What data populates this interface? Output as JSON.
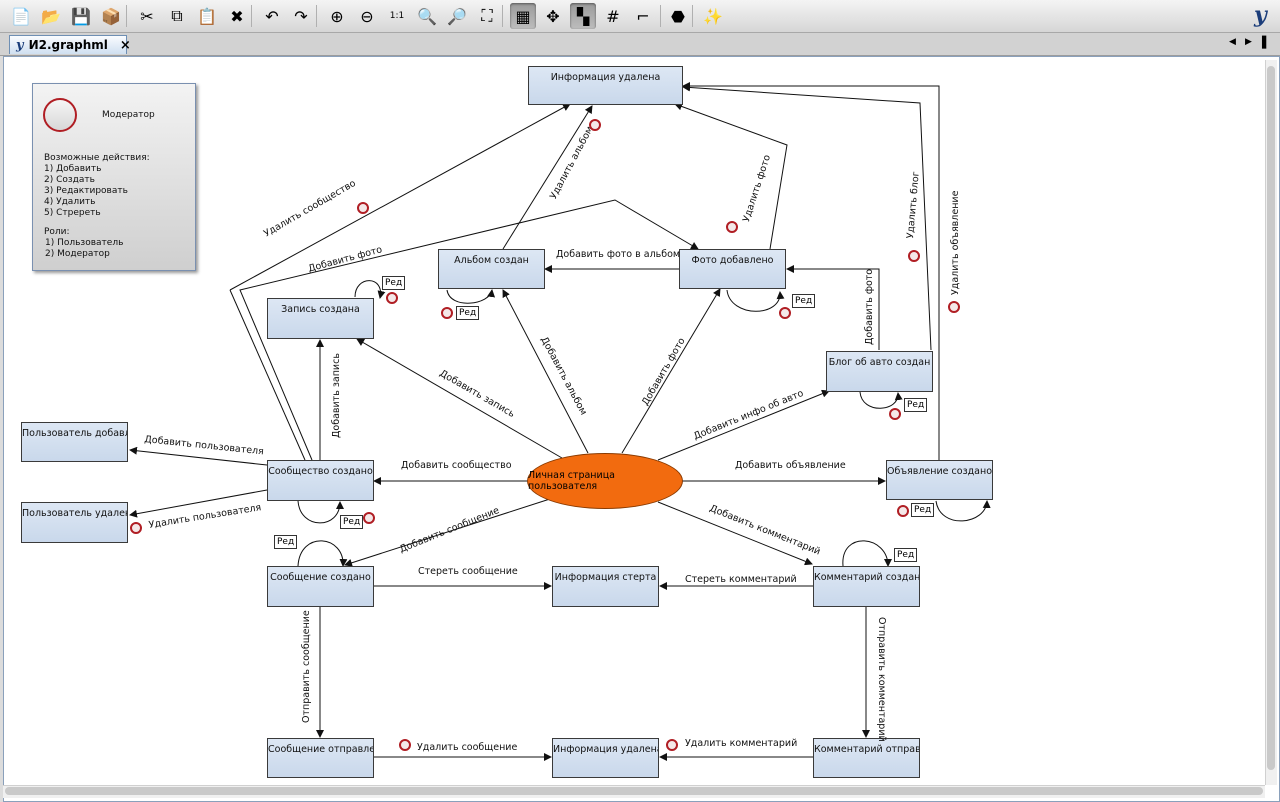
{
  "toolbar": {
    "buttons": [
      {
        "icon": "new-document-icon",
        "glyph": "📄"
      },
      {
        "icon": "open-folder-icon",
        "glyph": "📂"
      },
      {
        "icon": "save-icon",
        "glyph": "💾"
      },
      {
        "icon": "export-icon",
        "glyph": "📦"
      },
      {
        "icon": "cut-icon",
        "glyph": "✂"
      },
      {
        "icon": "copy-icon",
        "glyph": "⧉"
      },
      {
        "icon": "paste-icon",
        "glyph": "📋"
      },
      {
        "icon": "delete-icon",
        "glyph": "✖"
      },
      {
        "icon": "undo-icon",
        "glyph": "↶"
      },
      {
        "icon": "redo-icon",
        "glyph": "↷"
      },
      {
        "icon": "zoom-in-icon",
        "glyph": "⊕"
      },
      {
        "icon": "zoom-out-icon",
        "glyph": "⊖"
      },
      {
        "icon": "zoom-actual-icon",
        "glyph": "1:1"
      },
      {
        "icon": "zoom-icon",
        "glyph": "🔍"
      },
      {
        "icon": "zoom-selection-icon",
        "glyph": "🔎"
      },
      {
        "icon": "fit-content-icon",
        "glyph": "⛶"
      },
      {
        "icon": "edit-mode-icon",
        "glyph": "▦"
      },
      {
        "icon": "navigate-icon",
        "glyph": "✥"
      },
      {
        "icon": "snap-icon",
        "glyph": "▚"
      },
      {
        "icon": "grid-icon",
        "glyph": "#"
      },
      {
        "icon": "ortho-edges-icon",
        "glyph": "⌐"
      },
      {
        "icon": "layout-icon",
        "glyph": "⬣"
      },
      {
        "icon": "magic-wand-icon",
        "glyph": "✨"
      }
    ],
    "logo": "y"
  },
  "tab": {
    "logo": "y",
    "title": "И2.graphml",
    "close": "×"
  },
  "tab_nav": {
    "prev": "◀",
    "next": "▶",
    "menu": "▌"
  },
  "legend": {
    "moderator": "Модератор",
    "actions_title": "Возможные действия:",
    "actions": [
      "1) Добавить",
      "2) Создать",
      "3) Редактировать",
      "4) Удалить",
      "5) Стререть"
    ],
    "roles_title": "Роли:",
    "roles": [
      "1) Пользователь",
      "2) Модератор"
    ]
  },
  "nodes": {
    "info_deleted_top": "Информация удалена",
    "album_created": "Альбом создан",
    "photo_added": "Фото добавлено",
    "post_created": "Запись создана",
    "blog_created": "Блог об авто создан",
    "user_added": "Пользователь добавлен",
    "user_deleted": "Пользователь удален",
    "community_created": "Сообщество создано",
    "user_page": "Личная страница пользователя",
    "ad_created": "Объявление создано",
    "message_created": "Сообщение создано",
    "info_erased": "Информация стерта",
    "comment_created": "Комментарий создан",
    "message_sent": "Сообщение отправлено",
    "info_deleted_bottom": "Информация удалена",
    "comment_sent": "Комментарий отправлен"
  },
  "edges": {
    "delete_community": "Удалить сообщество",
    "add_photo_top": "Добавить фото",
    "delete_album": "Удалить альбом",
    "delete_photo": "Удалить фото",
    "delete_blog": "Удалить блог",
    "delete_ad": "Удалить объявление",
    "add_photo_to_album": "Добавить фото в альбом",
    "add_album": "Добавить альбом",
    "add_photo": "Добавить фото",
    "add_photo_blog": "Добавить фото",
    "add_post": "Добавить запись",
    "add_post_vertical": "Добавить запись",
    "add_auto_info": "Добавить инфо об авто",
    "add_user": "Добавить пользователя",
    "delete_user": "Удалить пользователя",
    "add_community": "Добавить сообщество",
    "add_ad": "Добавить объявление",
    "add_message": "Добавить сообщение",
    "add_comment": "Добавить комментарий",
    "erase_message": "Стереть сообщение",
    "erase_comment": "Стереть комментарий",
    "send_message": "Отправить сообщение",
    "send_comment": "Отправить комментарий",
    "delete_message": "Удалить сообщение",
    "delete_comment": "Удалить комментарий"
  },
  "edit_tag": "Ред",
  "colors": {
    "node_fill": "#c9d8eb",
    "oval_fill": "#f26b0f",
    "moderator_mark": "#b01e24",
    "canvas": "#ffffff"
  }
}
